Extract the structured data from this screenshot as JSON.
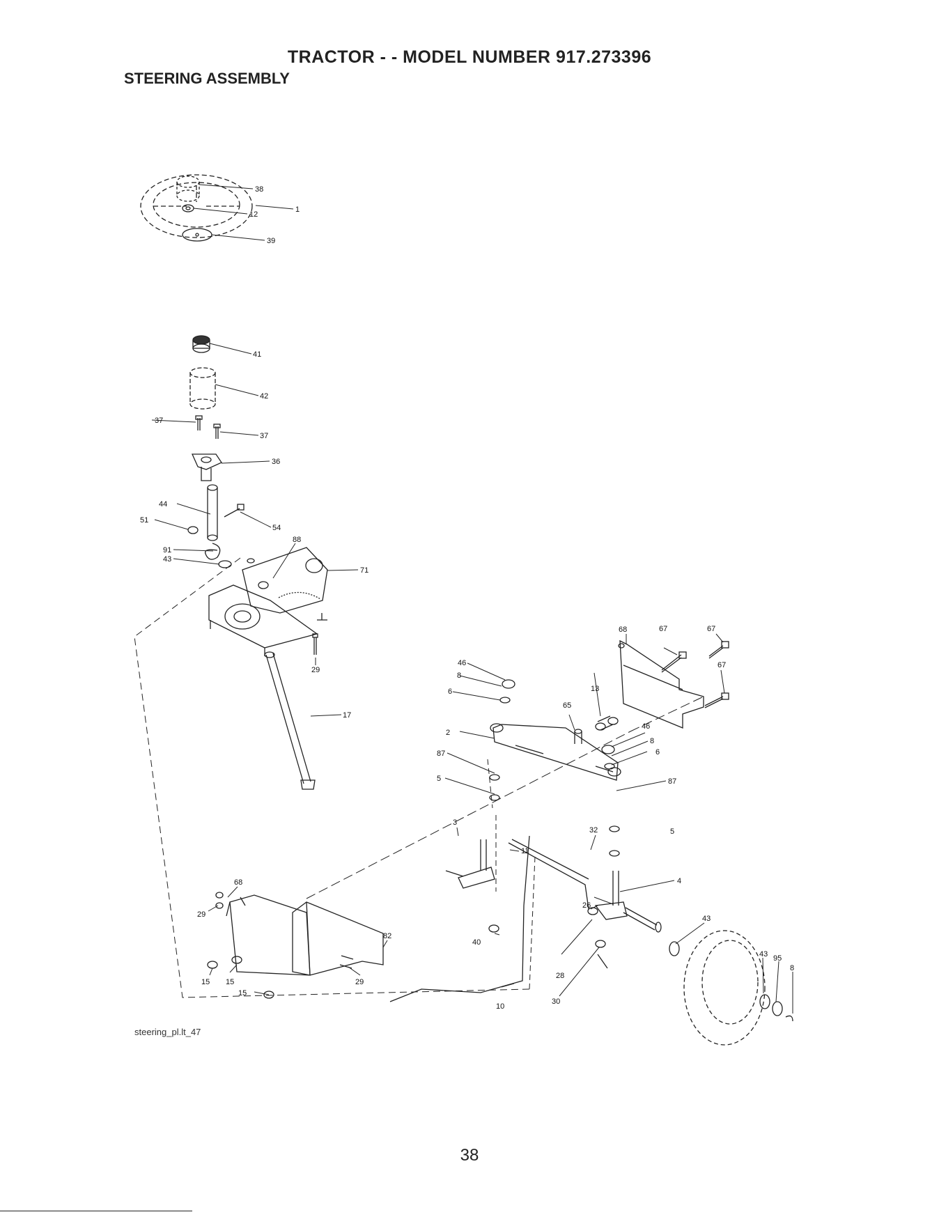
{
  "page": {
    "title": "TRACTOR - - MODEL NUMBER 917.273396",
    "subtitle": "STEERING ASSEMBLY",
    "figure_id": "steering_pl.lt_47",
    "page_number": "38"
  },
  "callouts": [
    {
      "id": "c38",
      "label": "38"
    },
    {
      "id": "c12",
      "label": "12"
    },
    {
      "id": "c39",
      "label": "39"
    },
    {
      "id": "c1",
      "label": "1"
    },
    {
      "id": "c41",
      "label": "41"
    },
    {
      "id": "c42",
      "label": "42"
    },
    {
      "id": "c37a",
      "label": "37"
    },
    {
      "id": "c37b",
      "label": "37"
    },
    {
      "id": "c36",
      "label": "36"
    },
    {
      "id": "c44",
      "label": "44"
    },
    {
      "id": "c51",
      "label": "51"
    },
    {
      "id": "c54",
      "label": "54"
    },
    {
      "id": "c91",
      "label": "91"
    },
    {
      "id": "c88",
      "label": "88"
    },
    {
      "id": "c43a",
      "label": "43"
    },
    {
      "id": "c71",
      "label": "71"
    },
    {
      "id": "c29a",
      "label": "29"
    },
    {
      "id": "c17",
      "label": "17"
    },
    {
      "id": "c68a",
      "label": "68"
    },
    {
      "id": "c67a",
      "label": "67"
    },
    {
      "id": "c67b",
      "label": "67"
    },
    {
      "id": "c67c",
      "label": "67"
    },
    {
      "id": "c46a",
      "label": "46"
    },
    {
      "id": "c8a",
      "label": "8"
    },
    {
      "id": "c6a",
      "label": "6"
    },
    {
      "id": "c13",
      "label": "13"
    },
    {
      "id": "c65",
      "label": "65"
    },
    {
      "id": "c2",
      "label": "2"
    },
    {
      "id": "c46b",
      "label": "46"
    },
    {
      "id": "c8b",
      "label": "8"
    },
    {
      "id": "c6b",
      "label": "6"
    },
    {
      "id": "c87a",
      "label": "87"
    },
    {
      "id": "c5a",
      "label": "5"
    },
    {
      "id": "c87b",
      "label": "87"
    },
    {
      "id": "c3",
      "label": "3"
    },
    {
      "id": "c32",
      "label": "32"
    },
    {
      "id": "c11",
      "label": "11"
    },
    {
      "id": "c5b",
      "label": "5"
    },
    {
      "id": "c4",
      "label": "4"
    },
    {
      "id": "c68b",
      "label": "68"
    },
    {
      "id": "c26",
      "label": "26"
    },
    {
      "id": "c43b",
      "label": "43"
    },
    {
      "id": "c29b",
      "label": "29"
    },
    {
      "id": "c82",
      "label": "82"
    },
    {
      "id": "c40",
      "label": "40"
    },
    {
      "id": "c43c",
      "label": "43"
    },
    {
      "id": "c95",
      "label": "95"
    },
    {
      "id": "c8c",
      "label": "8"
    },
    {
      "id": "c28",
      "label": "28"
    },
    {
      "id": "c15a",
      "label": "15"
    },
    {
      "id": "c15b",
      "label": "15"
    },
    {
      "id": "c29c",
      "label": "29"
    },
    {
      "id": "c15c",
      "label": "15"
    },
    {
      "id": "c10",
      "label": "10"
    },
    {
      "id": "c30",
      "label": "30"
    }
  ]
}
